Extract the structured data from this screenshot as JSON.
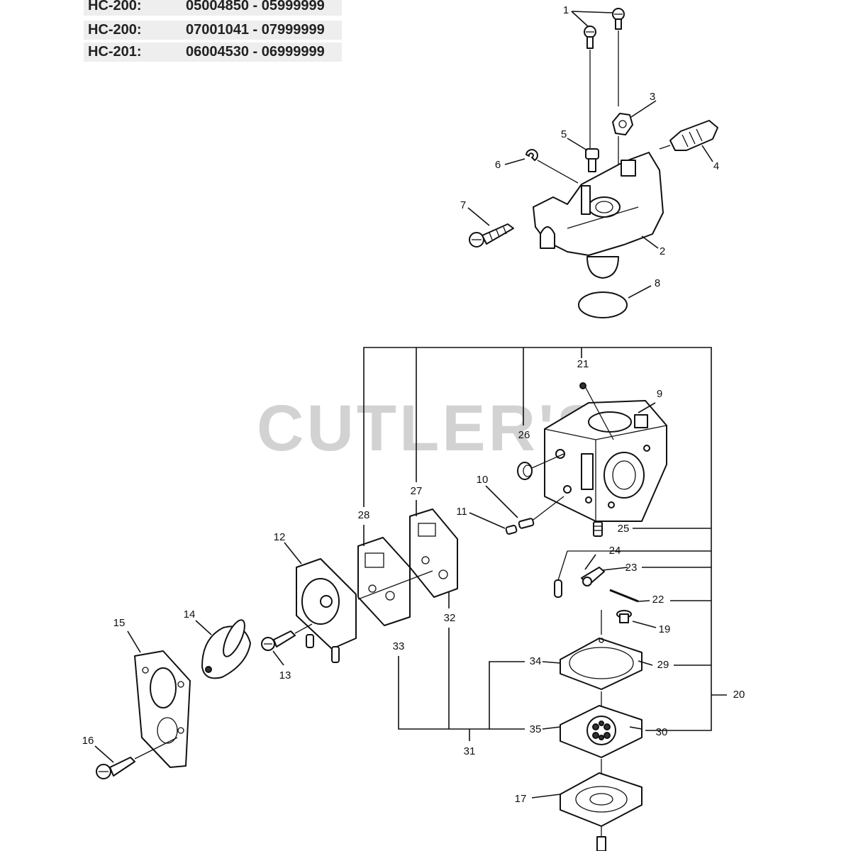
{
  "serial_table": [
    {
      "model": "HC-200:",
      "range": "05004850 - 05999999"
    },
    {
      "model": "HC-200:",
      "range": "07001041 - 07999999"
    },
    {
      "model": "HC-201:",
      "range": "06004530 - 06999999"
    }
  ],
  "watermark": "CUTLER'S",
  "callouts": {
    "c1": "1",
    "c2": "2",
    "c3": "3",
    "c4": "4",
    "c5": "5",
    "c6": "6",
    "c7": "7",
    "c8": "8",
    "c9": "9",
    "c10": "10",
    "c11": "11",
    "c12": "12",
    "c13": "13",
    "c14": "14",
    "c15": "15",
    "c16": "16",
    "c17": "17",
    "c19": "19",
    "c20": "20",
    "c21": "21",
    "c22": "22",
    "c23": "23",
    "c24": "24",
    "c25": "25",
    "c26": "26",
    "c27": "27",
    "c28": "28",
    "c29": "29",
    "c30": "30",
    "c31": "31",
    "c32": "32",
    "c33": "33",
    "c34": "34",
    "c35": "35"
  }
}
